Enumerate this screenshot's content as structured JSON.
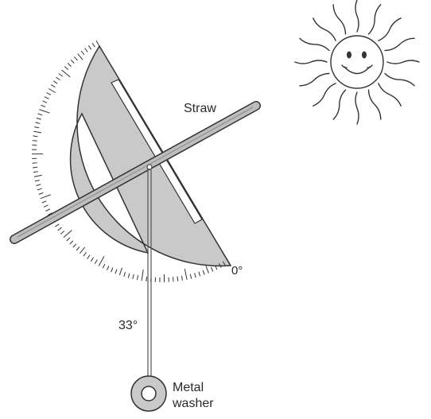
{
  "labels": {
    "straw": "Straw",
    "zero": "0°",
    "angle": "33°",
    "washer_line1": "Metal",
    "washer_line2": "washer"
  },
  "icons": {
    "sun": "smiling-sun-icon"
  },
  "colors": {
    "protractor_fill": "#c9c9c9",
    "outline": "#333333",
    "straw_fill": "#bdbdbd",
    "background": "#ffffff"
  }
}
